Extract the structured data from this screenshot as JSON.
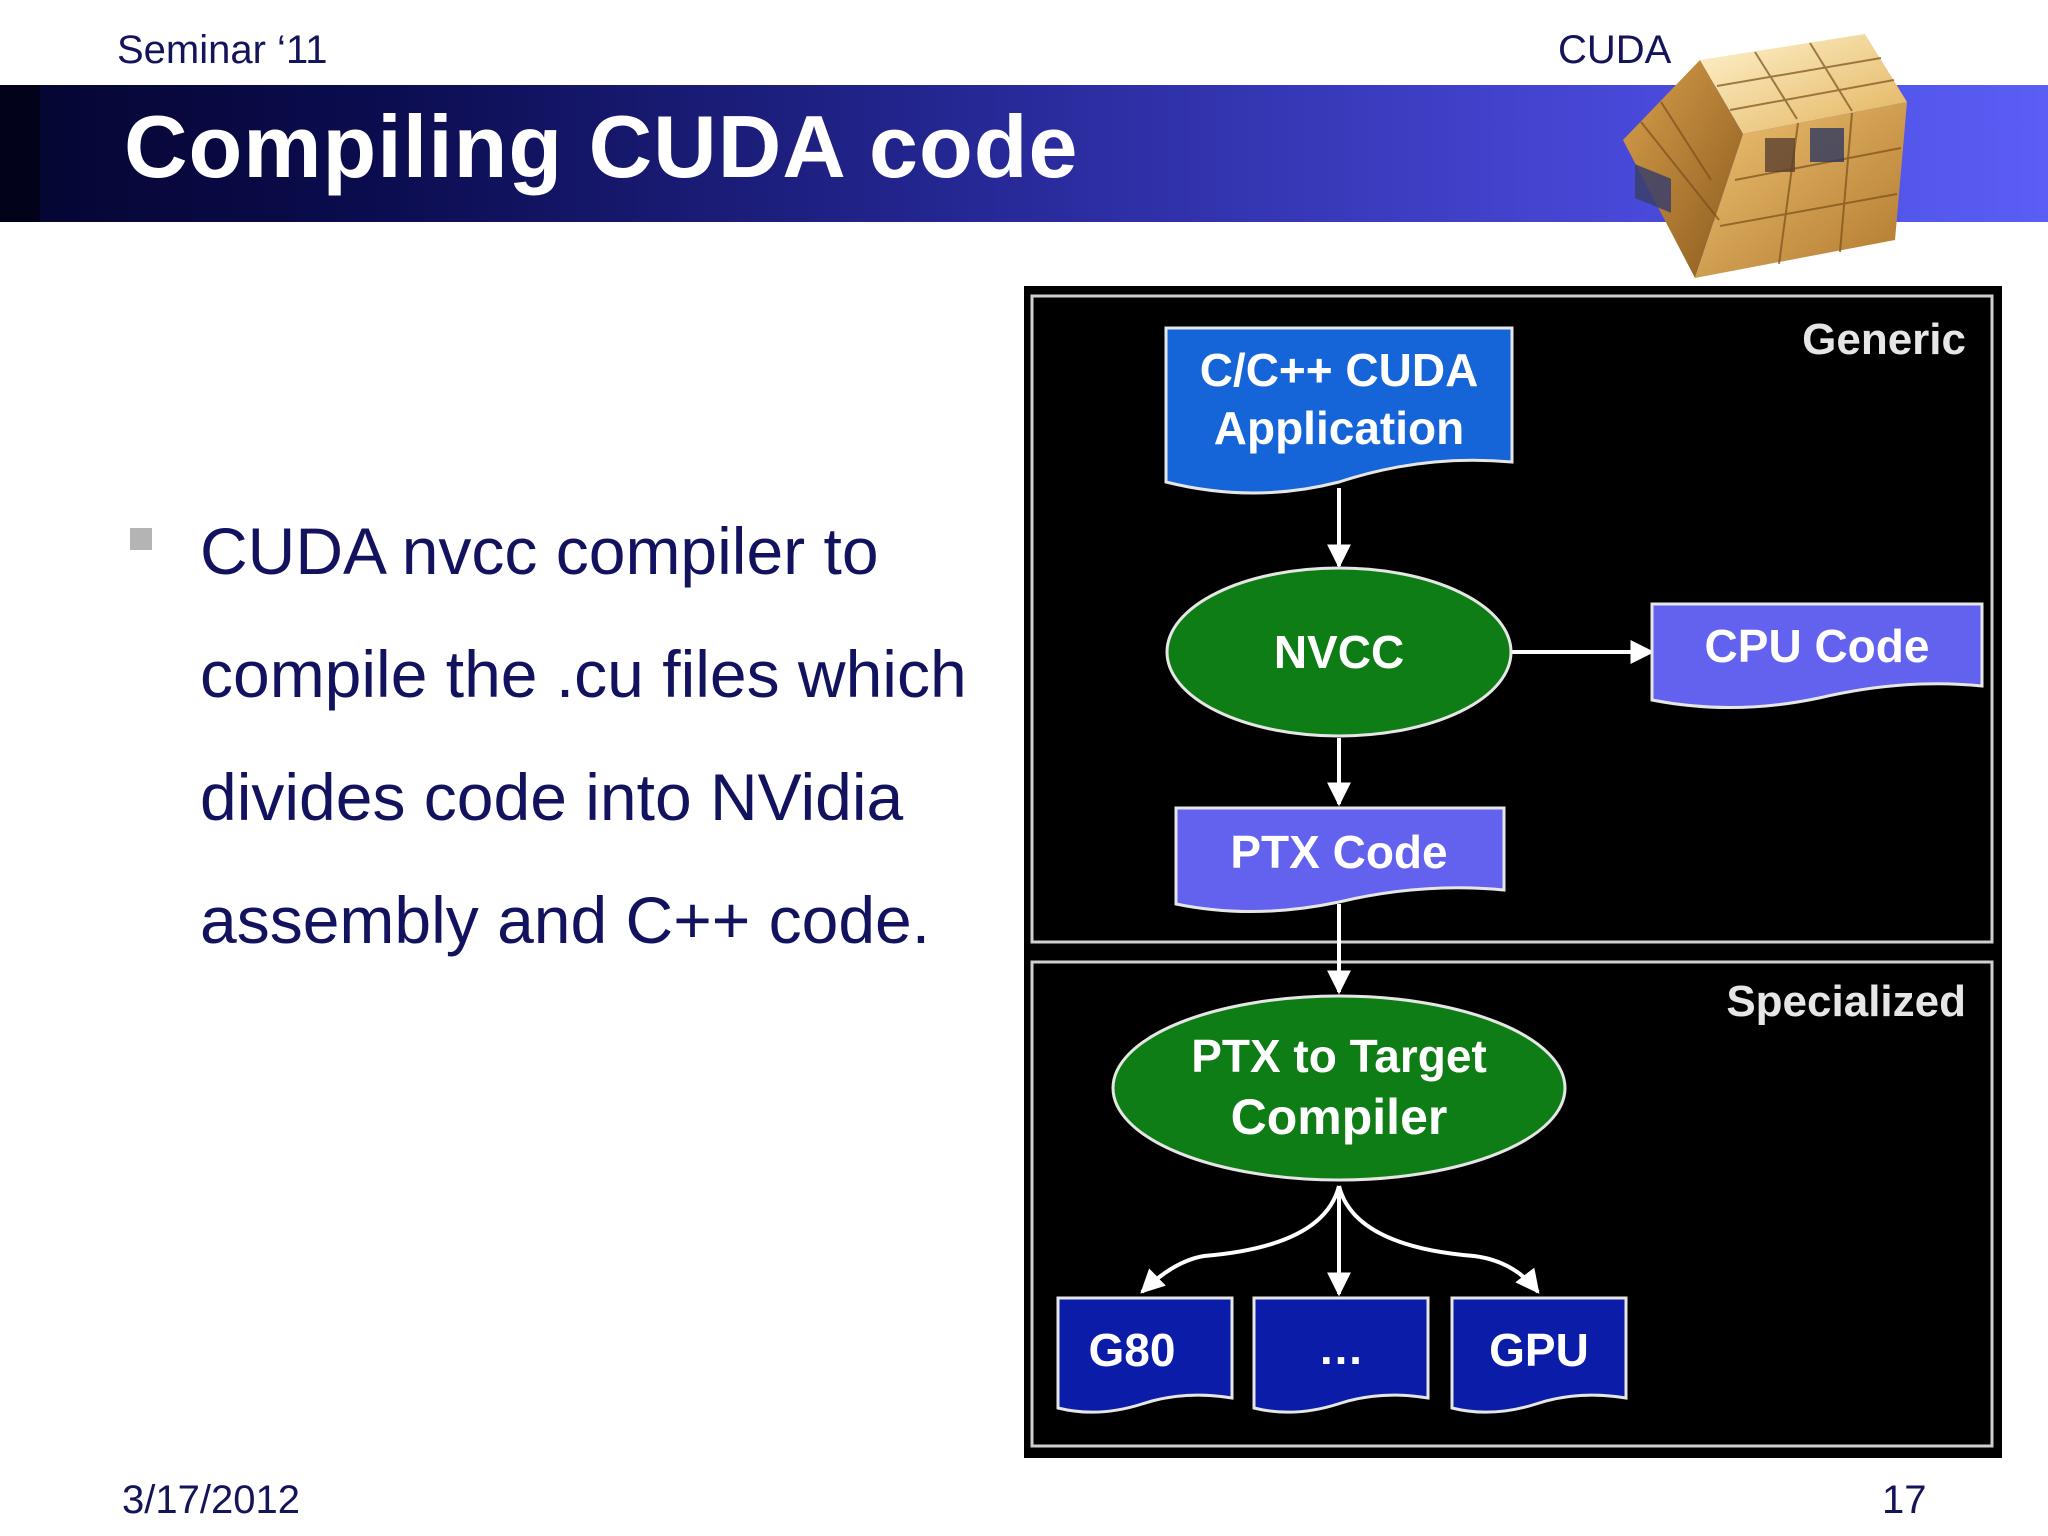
{
  "header": {
    "left": "Seminar ‘11",
    "right": "CUDA"
  },
  "slide": {
    "title": "Compiling CUDA code"
  },
  "bullets": [
    "CUDA nvcc compiler to compile the .cu files which divides code into NVidia assembly and C++ code."
  ],
  "diagram": {
    "sections": {
      "generic": "Generic",
      "specialized": "Specialized"
    },
    "nodes": {
      "app_line1": "C/C++ CUDA",
      "app_line2": "Application",
      "nvcc": "NVCC",
      "cpu": "CPU Code",
      "ptx": "PTX Code",
      "ptx_compiler_line1": "PTX to Target",
      "ptx_compiler_line2": "Compiler",
      "g80": "G80",
      "ellipsis": "…",
      "gpu": "GPU"
    },
    "colors": {
      "app_fill": "#1565d8",
      "nvcc_fill": "#0f7d15",
      "doc_fill": "#6262ee",
      "target_fill": "#0b1ca8",
      "background": "#000000"
    }
  },
  "footer": {
    "date": "3/17/2012",
    "page": "17"
  }
}
